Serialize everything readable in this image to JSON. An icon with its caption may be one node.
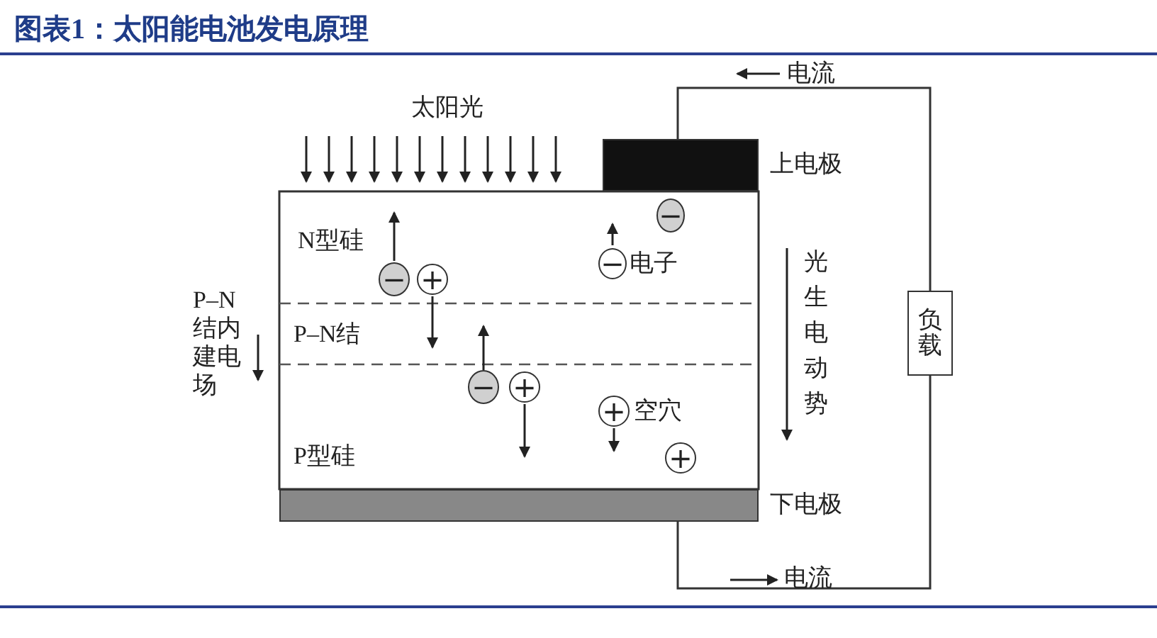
{
  "diagram": {
    "title": "图表1：太阳能电池发电原理",
    "nodes": [
      {
        "text": [],
        "shape": "bar",
        "beside": [
          "上电极"
        ]
      },
      {
        "text": [
          "−"
        ]
      },
      {
        "text": [
          "−"
        ],
        "beside": [
          "电子"
        ]
      },
      {
        "text": [
          "−"
        ]
      },
      {
        "text": [
          "+"
        ]
      },
      {
        "text": [
          "负载"
        ]
      },
      {
        "text": [
          "−"
        ]
      },
      {
        "text": [
          "+"
        ]
      },
      {
        "text": [
          "+"
        ],
        "beside": [
          "空穴"
        ]
      },
      {
        "text": [
          "+"
        ]
      },
      {
        "text": [],
        "shape": "bar",
        "beside": [
          "下电极"
        ]
      }
    ],
    "edges": [
      {
        "from": 0,
        "to": 5,
        "arrow": "none"
      },
      {
        "from": 5,
        "to": 10,
        "arrow": "none"
      }
    ],
    "labels": [
      "电流",
      "太阳光",
      "N型硅",
      "P–N结内建电场",
      "P–N结",
      "光生电动势",
      "P型硅",
      "电流"
    ]
  }
}
